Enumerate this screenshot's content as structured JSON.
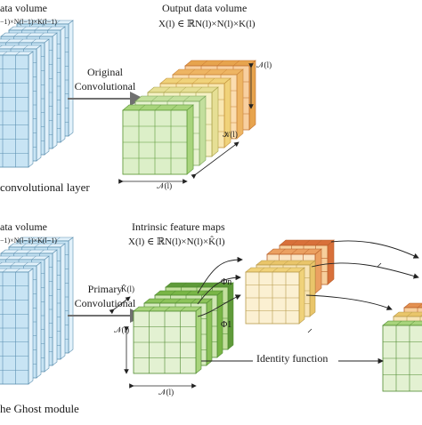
{
  "top": {
    "input_label": "ata volume",
    "input_dims": "−1)×N(l−1)×K(l−1)",
    "op_label_1": "Original",
    "op_label_2": "Convolutional",
    "output_label": "Output data volume",
    "output_formula": "X(l) ∈ ℝN(l)×N(l)×K(l)",
    "dim_height": "𝒩(l)",
    "dim_depth": "𝒦(l)",
    "dim_width": "𝒩(l)",
    "caption": "convolutional layer"
  },
  "bottom": {
    "input_label": "ata volume",
    "input_dims": "−1)×N(l−1)×K(l−1)",
    "op_label_1": "Primary",
    "op_label_2": "Convolutional",
    "intrinsic_label": "Intrinsic feature maps",
    "intrinsic_formula": "X(l) ∈ ℝN(l)×N(l)×K̂(l)",
    "dim_depth": "K̂(l)",
    "dim_height": "𝒩(l)",
    "dim_width": "𝒩(l)",
    "phi_n": "Φn",
    "phi_1": "Φ1",
    "identity_label": "Identity function",
    "caption": "he Ghost module"
  },
  "colors": {
    "input_blue": "#c8e4f4",
    "input_grid": "#5a8fb0",
    "green_dark": "#5f9a3a",
    "green_mid": "#8cc25a",
    "green_light": "#d8edc2",
    "yellow": "#f0d27a",
    "orange": "#e7a44e",
    "orange_dark": "#d8703a",
    "peach": "#f7dcb5",
    "arrow_gray": "#707070"
  }
}
